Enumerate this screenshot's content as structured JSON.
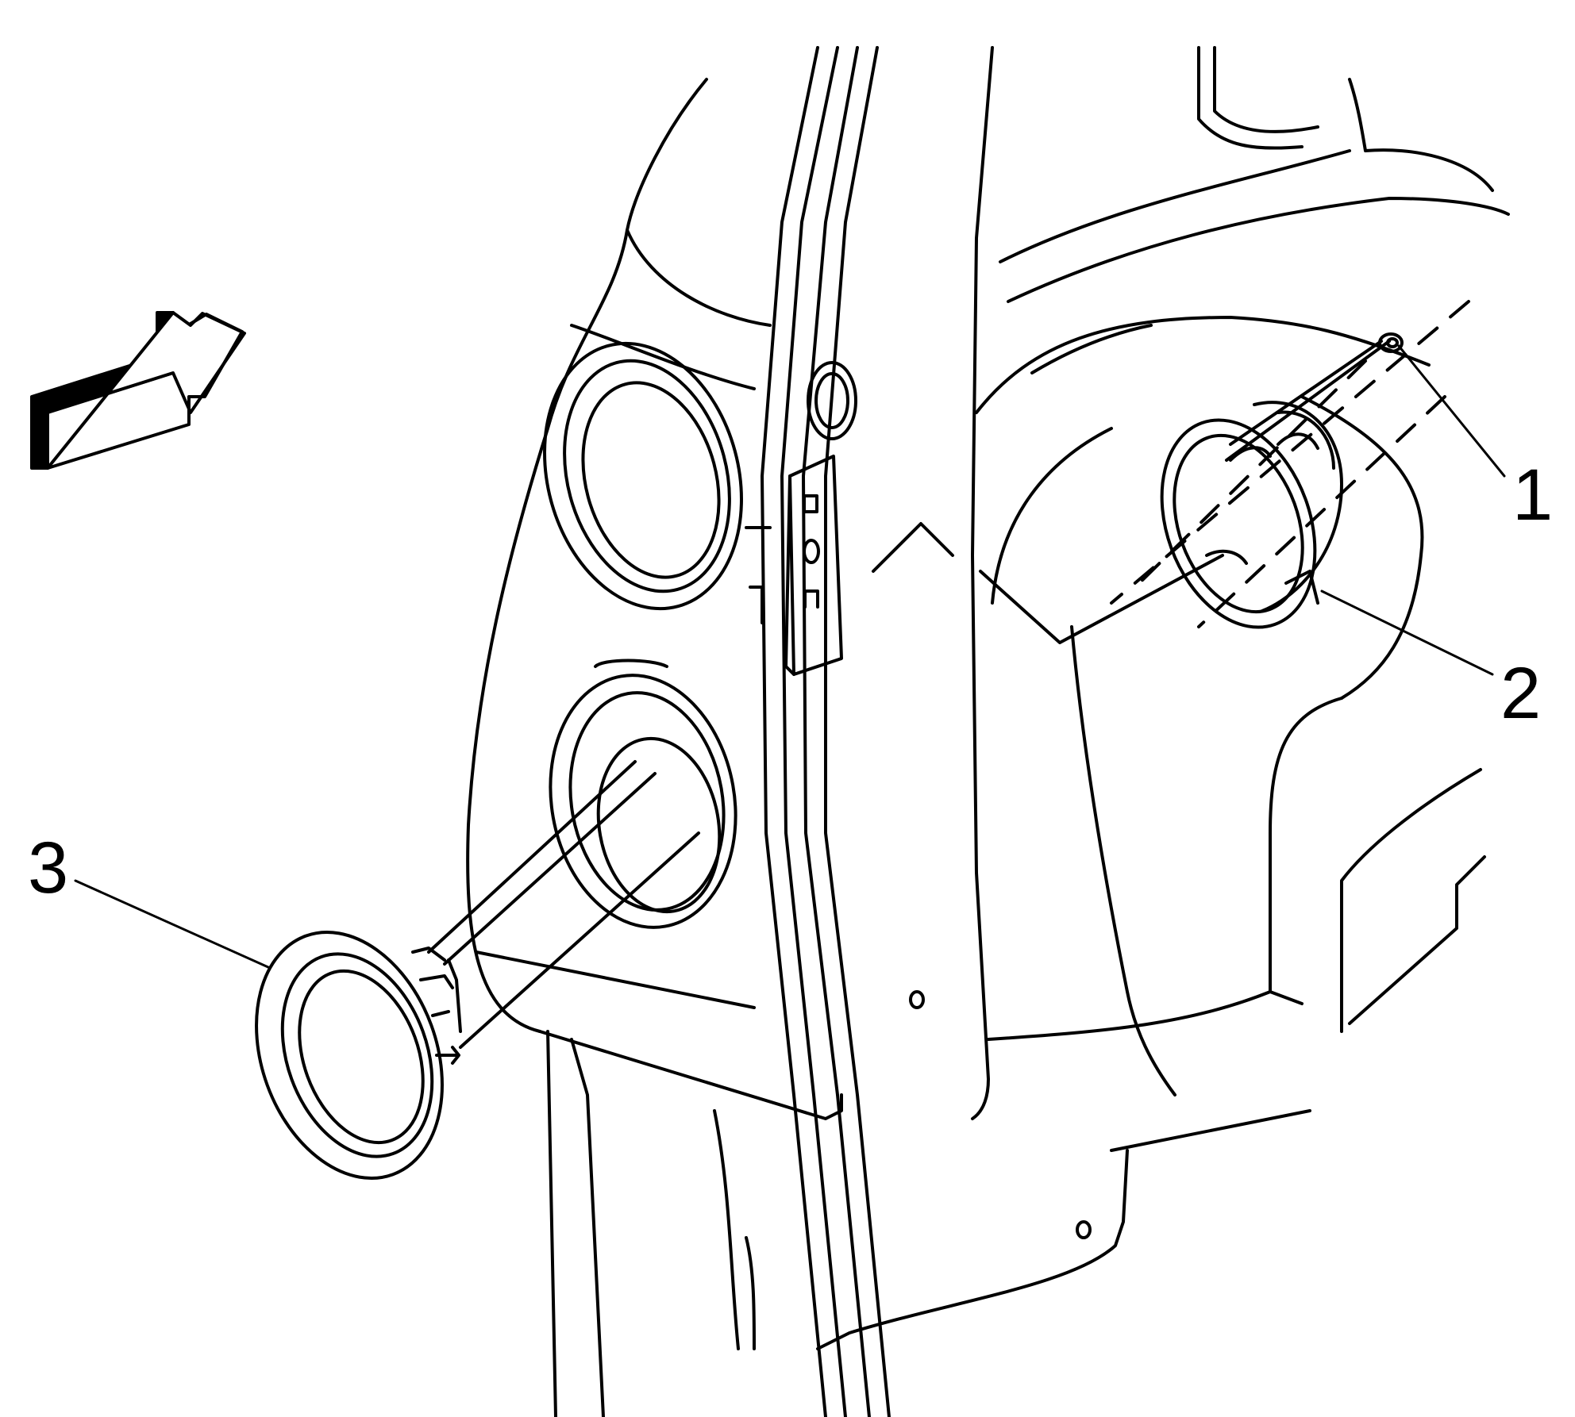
{
  "diagram": {
    "callouts": [
      {
        "id": "1",
        "label": "1"
      },
      {
        "id": "2",
        "label": "2"
      },
      {
        "id": "3",
        "label": "3"
      }
    ],
    "colors": {
      "line": "#000000",
      "background": "#ffffff"
    },
    "icons": [
      "direction-arrow-icon"
    ]
  }
}
